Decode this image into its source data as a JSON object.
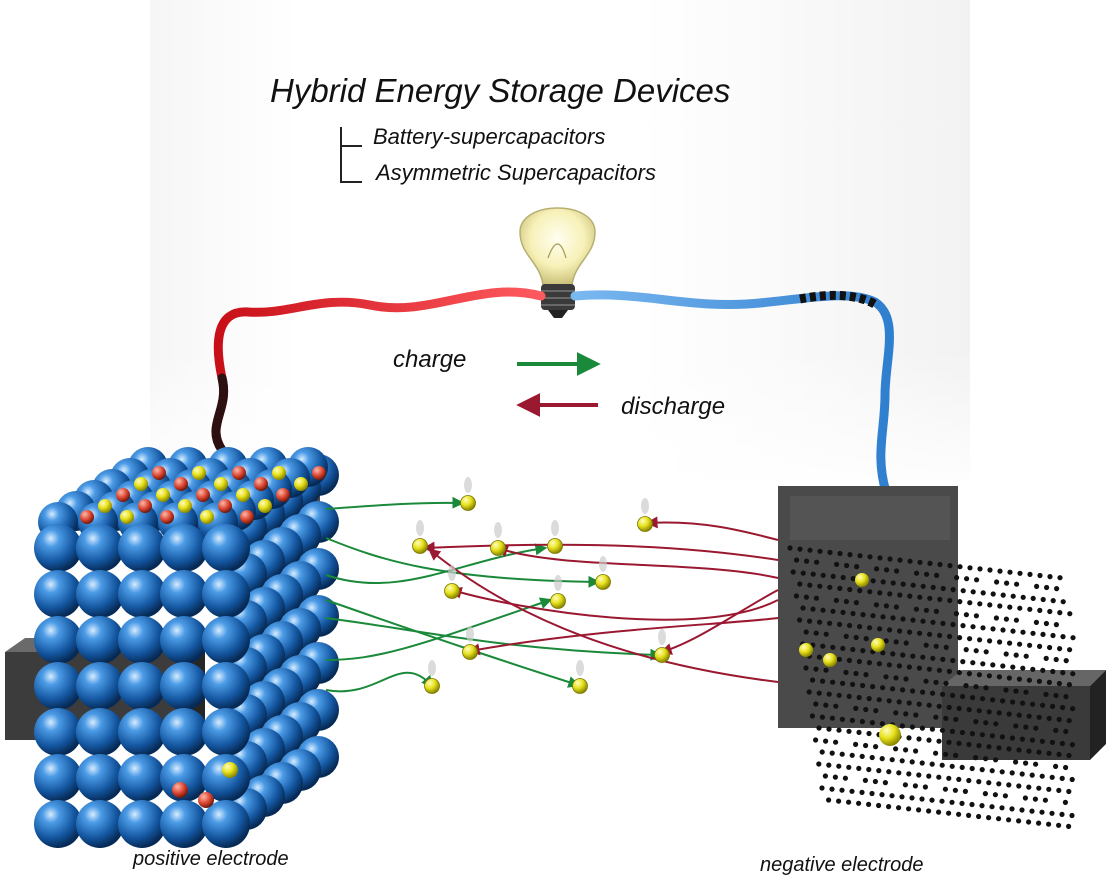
{
  "title": "Hybrid Energy Storage Devices",
  "subtypes": [
    "Battery-supercapacitors",
    "Asymmetric Supercapacitors"
  ],
  "flow_labels": {
    "charge": "charge",
    "discharge": "discharge"
  },
  "electrodes": {
    "positive": "positive electrode",
    "negative": "negative electrode"
  },
  "colors": {
    "positive_wire": "#e8232b",
    "negative_wire": "#3d8fdc",
    "charge_arrow": "#1a8a3a",
    "discharge_arrow": "#9a1830",
    "ion": "#e6e21a",
    "sphere": "#1d6fc4",
    "interstitial_red": "#d9432e",
    "current_collector": "#3c3c3c"
  },
  "icons": [
    "light-bulb-icon"
  ]
}
